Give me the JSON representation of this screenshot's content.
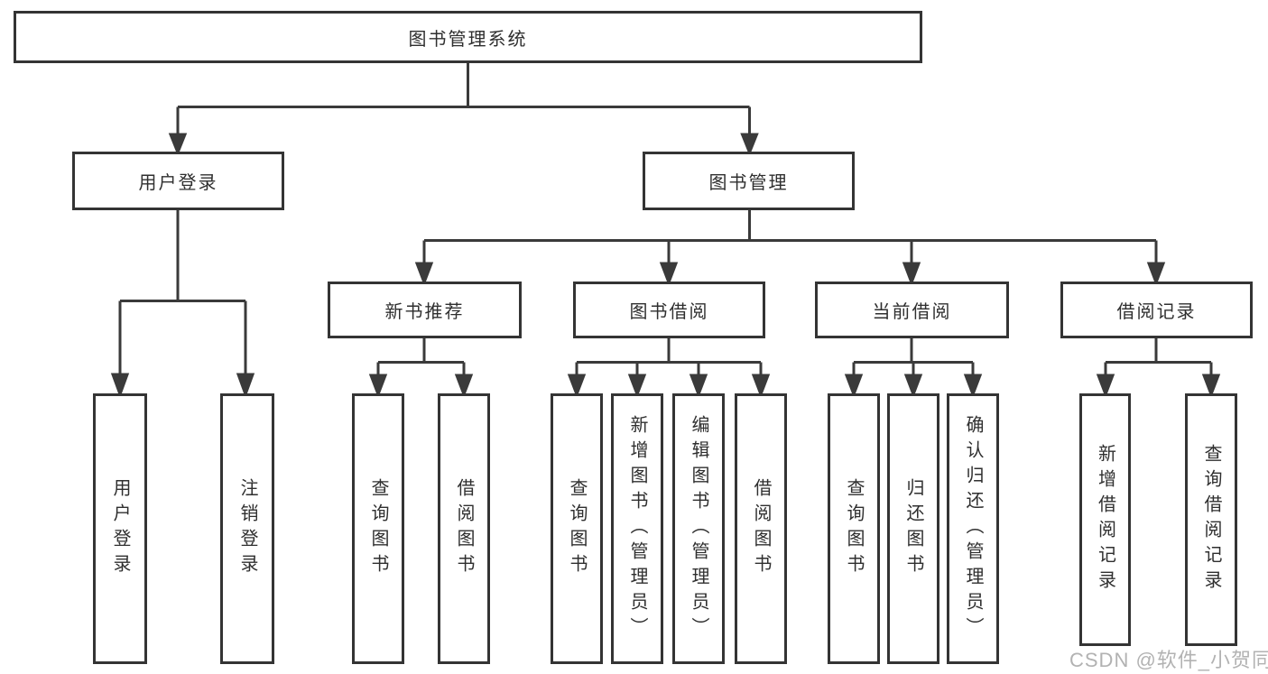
{
  "root": {
    "label": "图书管理系统"
  },
  "level2": [
    {
      "label": "用户登录"
    },
    {
      "label": "图书管理"
    }
  ],
  "level3": [
    {
      "label": "新书推荐"
    },
    {
      "label": "图书借阅"
    },
    {
      "label": "当前借阅"
    },
    {
      "label": "借阅记录"
    }
  ],
  "leaves": {
    "user_login": [
      {
        "label": "用户登录"
      },
      {
        "label": "注销登录"
      }
    ],
    "new_books": [
      {
        "label": "查询图书"
      },
      {
        "label": "借阅图书"
      }
    ],
    "book_borrow": [
      {
        "label": "查询图书"
      },
      {
        "label": "新增图书（管理员）"
      },
      {
        "label": "编辑图书（管理员）"
      },
      {
        "label": "借阅图书"
      }
    ],
    "current_borrow": [
      {
        "label": "查询图书"
      },
      {
        "label": "归还图书"
      },
      {
        "label": "确认归还（管理员）"
      }
    ],
    "borrow_records": [
      {
        "label": "新增借阅记录"
      },
      {
        "label": "查询借阅记录"
      }
    ]
  },
  "watermark": "CSDN @软件_小贺同学",
  "colors": {
    "line": "#3a3a3a",
    "box_border": "#343434",
    "text": "#2f2f2f",
    "watermark": "#aeaeae",
    "background": "#ffffff"
  }
}
